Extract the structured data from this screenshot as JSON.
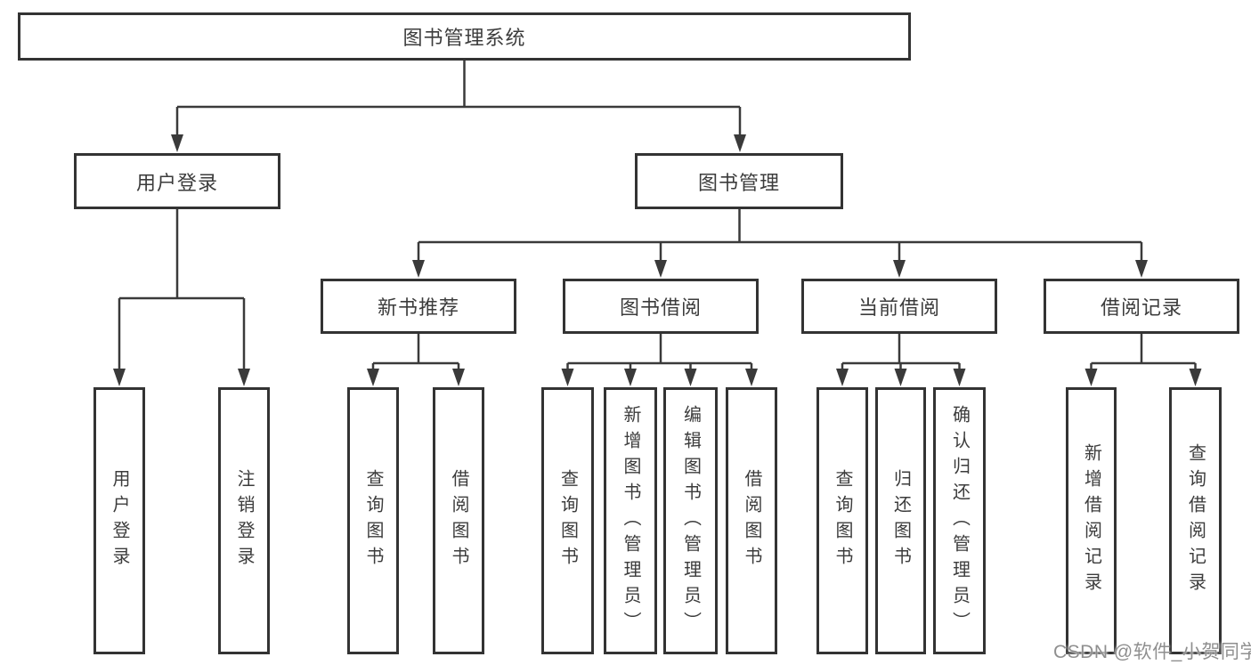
{
  "tree": {
    "root": "图书管理系统",
    "branches": [
      {
        "label": "用户登录",
        "leaves": [
          "用户登录",
          "注销登录"
        ]
      },
      {
        "label": "图书管理",
        "groups": [
          {
            "label": "新书推荐",
            "leaves": [
              "查询图书",
              "借阅图书"
            ]
          },
          {
            "label": "图书借阅",
            "leaves": [
              "查询图书",
              "新增图书（管理员）",
              "编辑图书（管理员）",
              "借阅图书"
            ]
          },
          {
            "label": "当前借阅",
            "leaves": [
              "查询图书",
              "归还图书",
              "确认归还（管理员）"
            ]
          },
          {
            "label": "借阅记录",
            "leaves": [
              "新增借阅记录",
              "查询借阅记录"
            ]
          }
        ]
      }
    ]
  },
  "watermark": "CSDN @软件_小贺同学",
  "colors": {
    "line": "#3a3a3a",
    "border": "#333333",
    "text": "#3c3c3c",
    "watermark": "#8f8f8f",
    "background": "#ffffff"
  }
}
